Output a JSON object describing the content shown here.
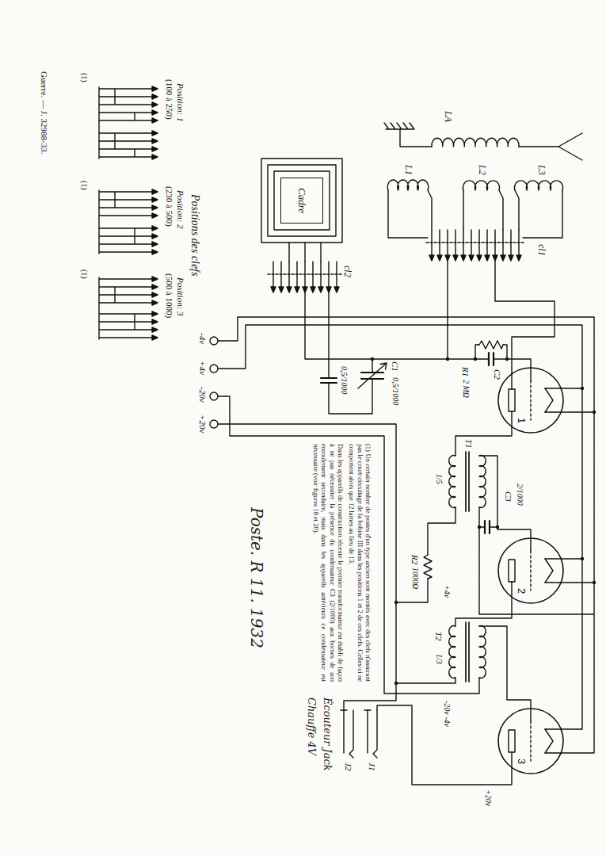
{
  "diagram": {
    "nodes": [
      {
        "text": [
          "Cadre"
        ]
      },
      {
        "text": [
          "1"
        ]
      },
      {
        "text": [
          "2"
        ]
      },
      {
        "text": [
          "3"
        ]
      }
    ],
    "labels": [
      "LA",
      "L1",
      "L2",
      "L3",
      "cl1",
      "cl2",
      "C1",
      "0,5/1000",
      "0,5/1000",
      "R1",
      "2 MΩ",
      "C2",
      "T1",
      "1/5",
      "C3",
      "2/1000",
      "R2",
      "1000Ω",
      "+4v",
      "T2",
      "1/3",
      "-20v -4v",
      "+20v",
      "J1",
      "J2",
      "-4v",
      "+4v",
      "-20v",
      "+20v",
      "Positions des clefs",
      "Position: 1",
      "(100 à 250)",
      "(1)",
      "Position: 2",
      "(230 à 500)",
      "(1)",
      "Position: 3",
      "(500 à 1000)",
      "(1)",
      "(1) Un certain nombre de postes d'un type ancien sont montés avec des clefs n'assurant pas le court-circuitage de la bobine III dans les positions 1 et 2 de ces clefs. Celles-ci ne comportent alors que 12 lames au lieu de 13.",
      "Dans les appareils de construction récente le premier transformateur est établi de façon à ne pas nécessiter la présence du condensateur C3 (2/1000) aux bornes de son enroulement secondaire, mais dans les appareils antérieurs ce condensateur est nécessaire (voir figures 18 et 20).",
      "Guerre. — J. 32988-33.",
      "Poste. R 11. 1932",
      "Chauffe 4V",
      "Écouteur Jack"
    ]
  }
}
